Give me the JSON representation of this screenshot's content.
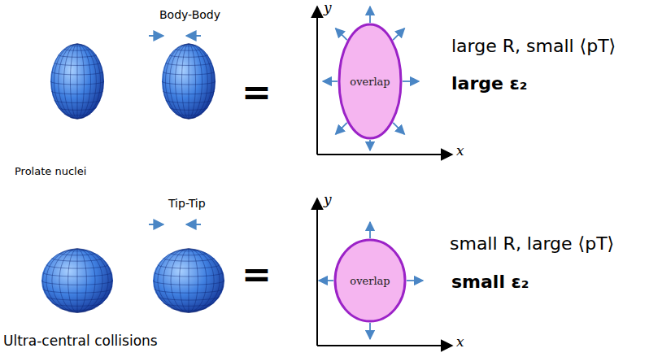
{
  "diagram": {
    "nodes": [
      {
        "text": [
          "overlap"
        ]
      },
      {
        "text": [
          "overlap"
        ]
      }
    ],
    "labels": [
      "Body-Body",
      "=",
      "y",
      "x",
      "large R, small ⟨pT⟩",
      "large ε₂",
      "Prolate nuclei",
      "Tip-Tip",
      "=",
      "y",
      "x",
      "small R, large ⟨pT⟩",
      "small ε₂",
      "Ultra-central collisions"
    ]
  }
}
